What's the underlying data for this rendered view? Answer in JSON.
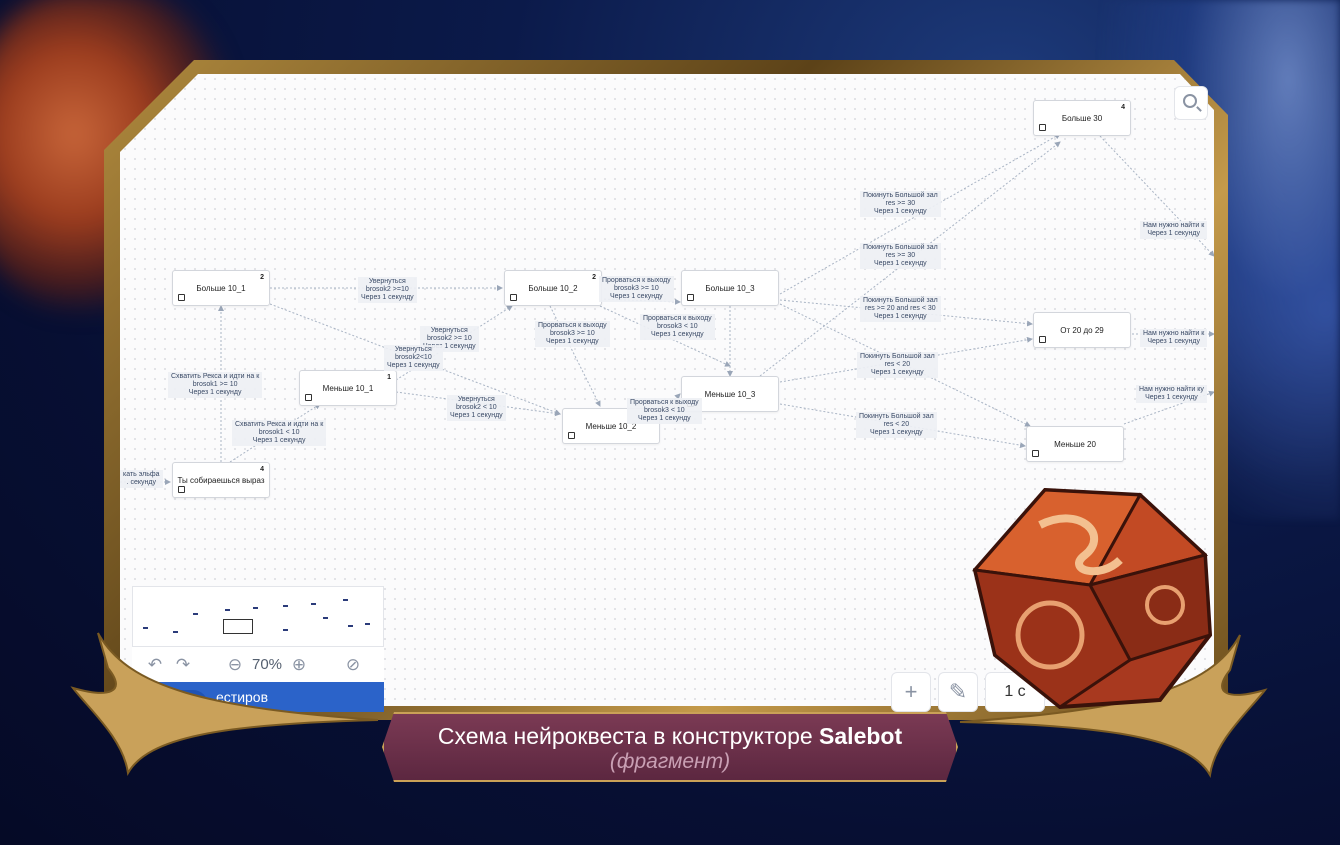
{
  "canvas": {
    "nodes": [
      {
        "id": "n_b10_1",
        "label": "Больше 10_1",
        "badge": "2"
      },
      {
        "id": "n_m10_1",
        "label": "Меньше 10_1",
        "badge": "1"
      },
      {
        "id": "n_start",
        "label": "Ты собираешься выраз",
        "badge": "4"
      },
      {
        "id": "n_b10_2",
        "label": "Больше 10_2",
        "badge": "2"
      },
      {
        "id": "n_m10_2",
        "label": "Меньше 10_2",
        "badge": ""
      },
      {
        "id": "n_b10_3",
        "label": "Больше 10_3",
        "badge": ""
      },
      {
        "id": "n_m10_3",
        "label": "Меньше 10_3",
        "badge": ""
      },
      {
        "id": "n_b30",
        "label": "Больше 30",
        "badge": "4"
      },
      {
        "id": "n_20_29",
        "label": "От 20 до 29",
        "badge": ""
      },
      {
        "id": "n_m20",
        "label": "Меньше 20",
        "badge": ""
      }
    ],
    "edge_labels": [
      {
        "l1": "Увернуться",
        "l2": "brosok2 >=10",
        "l3": "Через 1 секунду"
      },
      {
        "l1": "Увернуться",
        "l2": "brosok2 >= 10",
        "l3": "Через 1 секунду"
      },
      {
        "l1": "Увернуться",
        "l2": "brosok2<10",
        "l3": "Через 1 секунду"
      },
      {
        "l1": "Увернуться",
        "l2": "brosok2 < 10",
        "l3": "Через 1 секунду"
      },
      {
        "l1": "Схватить Рекса и идти на к",
        "l2": "brosok1 >= 10",
        "l3": "Через 1 секунду"
      },
      {
        "l1": "Схватить Рекса и идти на к",
        "l2": "brosok1 < 10",
        "l3": "Через 1 секунду"
      },
      {
        "l1": "Прорваться к выходу",
        "l2": "brosok3 >= 10",
        "l3": "Через 1 секунду"
      },
      {
        "l1": "Прорваться к выходу",
        "l2": "brosok3 < 10",
        "l3": "Через 1 секунду"
      },
      {
        "l1": "Прорваться к выходу",
        "l2": "brosok3 >= 10",
        "l3": "Через 1 секунду"
      },
      {
        "l1": "Прорваться к выходу",
        "l2": "brosok3 < 10",
        "l3": "Через 1 секунду"
      },
      {
        "l1": "Покинуть Большой зал",
        "l2": "res >= 30",
        "l3": "Через 1 секунду"
      },
      {
        "l1": "Покинуть Большой зал",
        "l2": "res >= 30",
        "l3": "Через 1 секунду"
      },
      {
        "l1": "Покинуть Большой зал",
        "l2": "res >= 20 and res < 30",
        "l3": "Через 1 секунду"
      },
      {
        "l1": "Покинуть Большой зал",
        "l2": "res < 20",
        "l3": "Через 1 секунду"
      },
      {
        "l1": "Покинуть Большой зал",
        "l2": "res < 20",
        "l3": "Через 1 секунду"
      },
      {
        "l1": "Нам нужно найти к",
        "l2": "Через 1 секунду",
        "l3": ""
      },
      {
        "l1": "Нам нужно найти к",
        "l2": "Через 1 секунду",
        "l3": ""
      },
      {
        "l1": "Нам нужно найти ку",
        "l2": "Через 1 секунду",
        "l3": ""
      },
      {
        "l1": "кать эльфа",
        "l2": ". секунду",
        "l3": ""
      }
    ]
  },
  "controls": {
    "zoom": "70%",
    "test_label": "естиров",
    "page_partial": "1 с"
  },
  "icons": [
    "search-icon",
    "undo-icon",
    "redo-icon",
    "zoom-out-icon",
    "zoom-in-icon",
    "hide-icon",
    "plus-icon",
    "pencil-icon"
  ],
  "caption": {
    "prefix": "Схема нейроквеста в конструкторе",
    "brand": "Salebot",
    "sub": "(фрагмент)"
  },
  "colors": {
    "background": "#0b1a4a",
    "frame_gold": "#b08a3e",
    "caption_bg": "#7b3a54",
    "test_blue": "#2b63c9"
  }
}
